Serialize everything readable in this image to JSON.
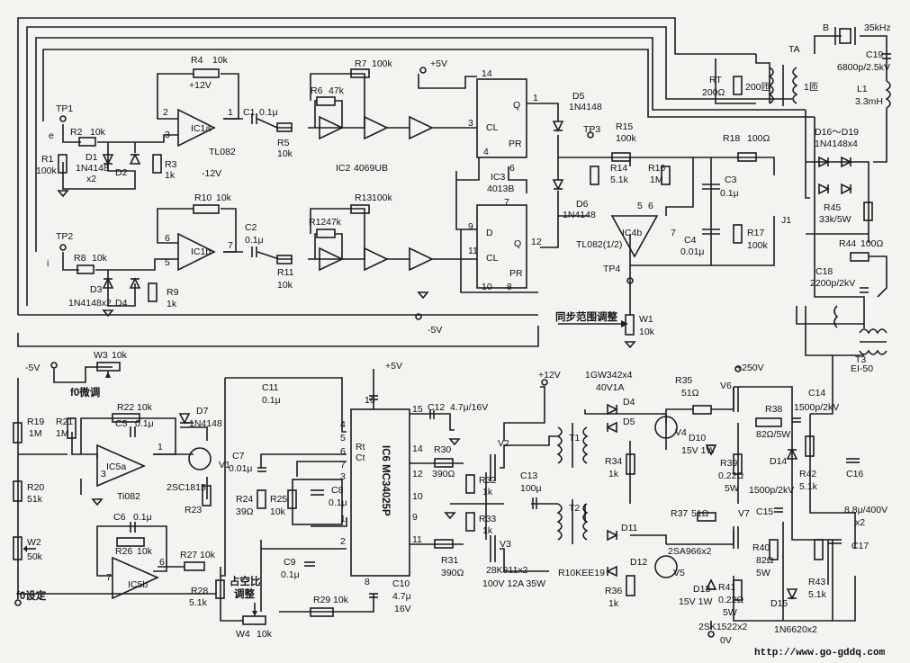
{
  "upper": {
    "tp1": "TP1",
    "tp2": "TP2",
    "tp3": "TP3",
    "tp4": "TP4",
    "e": "e",
    "i": "i",
    "r1": "R1",
    "r1v": "100k",
    "r2": "R2",
    "r2v": "10k",
    "r3": "R3",
    "r3v": "1k",
    "d1": "D1",
    "d1v": "1N4148",
    "d1x": "x2",
    "d2": "D2",
    "r4": "R4",
    "r4v": "10k",
    "p12": "+12V",
    "m12": "-12V",
    "ic1a": "IC1a",
    "tl082": "TL082",
    "c1": "C1",
    "c1v": "0.1μ",
    "r5": "R5",
    "r5v": "10k",
    "r6": "R6",
    "r6v": "47k",
    "r7": "R7",
    "r7v": "100k",
    "ic2": "IC2",
    "ic2v": "4069UB",
    "p5": "+5V",
    "m5": "-5V",
    "ic3": "IC3",
    "ic3v": "4013B",
    "pin14": "14",
    "pin1": "1",
    "pin3": "3",
    "pin4": "4",
    "pin6": "6",
    "pin7": "7",
    "pin9": "9",
    "pin11": "11",
    "pin12": "12",
    "pin10": "10",
    "pin8": "8",
    "q": "Q",
    "cl": "CL",
    "pr": "PR",
    "d": "D",
    "d5": "D5",
    "d5v": "1N4148",
    "d6": "D6",
    "d6v": "1N4148",
    "r15": "R15",
    "r15v": "100k",
    "r14": "R14",
    "r14v": "5.1k",
    "r16": "R16",
    "r16v": "1M",
    "ic4b": "IC4b",
    "ic4bv": "TL082(1/2)",
    "r18": "R18",
    "r18v": "100Ω",
    "c3": "C3",
    "c3v": "0.1μ",
    "c4": "C4",
    "c4v": "0.01μ",
    "r17": "R17",
    "r17v": "100k",
    "j1": "J1",
    "r10": "R10",
    "r10v": "10k",
    "c2": "C2",
    "c2v": "0.1μ",
    "ic1b": "IC1b",
    "r12": "R12",
    "r12v": "47k",
    "r13": "R13",
    "r13v": "100k",
    "r8": "R8",
    "r8v": "10k",
    "r9": "R9",
    "r9v": "1k",
    "r11": "R11",
    "r11v": "10k",
    "d3": "D3",
    "d3v": "1N4148x2",
    "d4": "D4",
    "sync": "同步范围调整",
    "w1": "W1",
    "w1v": "10k",
    "rt": "RT",
    "rtv": "200Ω",
    "ta": "TA",
    "t200": "200匝",
    "t1": "1匝",
    "b": "B",
    "f35": "35kHz",
    "c19": "C19",
    "c19v": "6800p/2.5kV",
    "l1": "L1",
    "l1v": "3.3mH",
    "d16": "D16～D19",
    "d16v": "1N4148x4",
    "r45": "R45",
    "r45v": "33k/5W",
    "r44": "R44",
    "r44v": "100Ω",
    "c18": "C18",
    "c18v": "2200p/2kV",
    "t3": "T3",
    "t3v": "EI-50",
    "n2": "2",
    "n3": "3",
    "n5": "5",
    "n6": "6",
    "n7": "7",
    "n1": "1"
  },
  "lower": {
    "m5": "-5V",
    "w3": "W3",
    "w3v": "10k",
    "fofine": "f0微调",
    "r19": "R19",
    "r19v": "1M",
    "r21": "R21",
    "r21v": "1M",
    "r22": "R22",
    "r22v": "10k",
    "c5": "C5",
    "c5v": "0.1μ",
    "d7": "D7",
    "d7v": "1N4148",
    "ic5a": "IC5a",
    "ti082": "Ti082",
    "v1": "V1",
    "v1v": "2SC1815",
    "r23": "R23",
    "r20": "R20",
    "r20v": "51k",
    "w2": "W2",
    "w2v": "50k",
    "foset": "f0设定",
    "c6": "C6",
    "c6v": "0.1μ",
    "r26": "R26",
    "r26v": "10k",
    "ic5b": "IC5b",
    "r27": "R27",
    "r27v": "10k",
    "r28": "R28",
    "r28v": "5.1k",
    "duty": "占空比",
    "duty2": "调整",
    "w4": "W4",
    "w4v": "10k",
    "c11": "C11",
    "c11v": "0.1μ",
    "p5": "+5V",
    "c7": "C7",
    "c7v": "0.01μ",
    "r24": "R24",
    "r24v": "39Ω",
    "r25": "R25",
    "r25v": "10k",
    "c8": "C8",
    "c8v": "0.1μ",
    "c9": "C9",
    "c9v": "0.1μ",
    "r29": "R29",
    "r29v": "10k",
    "ic6": "IC6 MC34025P",
    "rt": "Rt",
    "ct": "Ct",
    "p4": "4",
    "p5n": "5",
    "p6": "6",
    "p7": "7",
    "p3": "3",
    "p1": "1",
    "p2": "2",
    "p16": "16",
    "p15": "15",
    "p14": "14",
    "p12": "12",
    "p10": "10",
    "p9": "9",
    "p11": "11",
    "p8": "8",
    "c12": "C12",
    "c12v": "4.7μ/16V",
    "c10": "C10",
    "c10v": "4.7μ",
    "c10v2": "16V",
    "r30": "R30",
    "r30v": "390Ω",
    "r31": "R31",
    "r31v": "390Ω",
    "r32": "R32",
    "r32v": "1k",
    "r33": "R33",
    "r33v": "1k",
    "v2": "V2",
    "v3": "V3",
    "v23": "28K811x2",
    "v23v": "100V  12A  35W",
    "c13": "C13",
    "c13v": "100μ",
    "t1": "T1",
    "t2": "T2",
    "r10k": "R10KEE19",
    "p12v": "+12V",
    "d4": "D4",
    "d5": "D5",
    "d45": "1GW342x4",
    "d45v": "40V1A",
    "r34": "R34",
    "r34v": "1k",
    "v4": "V4",
    "r35": "R35",
    "r35v": "51Ω",
    "d10": "D10",
    "d10v": "15V 1W",
    "r39": "R39",
    "r39v": "0.22Ω",
    "r39w": "5W",
    "v6": "V6",
    "p250": "+250V",
    "r38": "R38",
    "r38v": "82Ω/5W",
    "c14": "C14",
    "c14v": "1500p/2kV",
    "d14": "D14",
    "r42": "R42",
    "r42v": "5.1k",
    "c16": "C16",
    "c15v": "1500p/2kV",
    "c15": "C15",
    "r40": "R40",
    "r40v": "82Ω",
    "r40w": "5W",
    "c17": "C17",
    "c17v": "8.8μ/400V",
    "c17x": "x2",
    "r43": "R43",
    "r43v": "5.1k",
    "d11": "D11",
    "d12": "D12",
    "v5": "V5",
    "v5v": "2SA966x2",
    "r36": "R36",
    "r36v": "1k",
    "r37": "R37",
    "r37v": "51Ω",
    "d13": "D13",
    "d13v": "15V 1W",
    "r41": "R41",
    "r41v": "0.22Ω",
    "r41w": "5W",
    "v7": "V7",
    "v67": "2SK1522x2",
    "d15": "D15",
    "d15v": "1N6620x2",
    "gnd": "0V"
  },
  "footer": {
    "url": "http://www.go-gddq.com"
  }
}
